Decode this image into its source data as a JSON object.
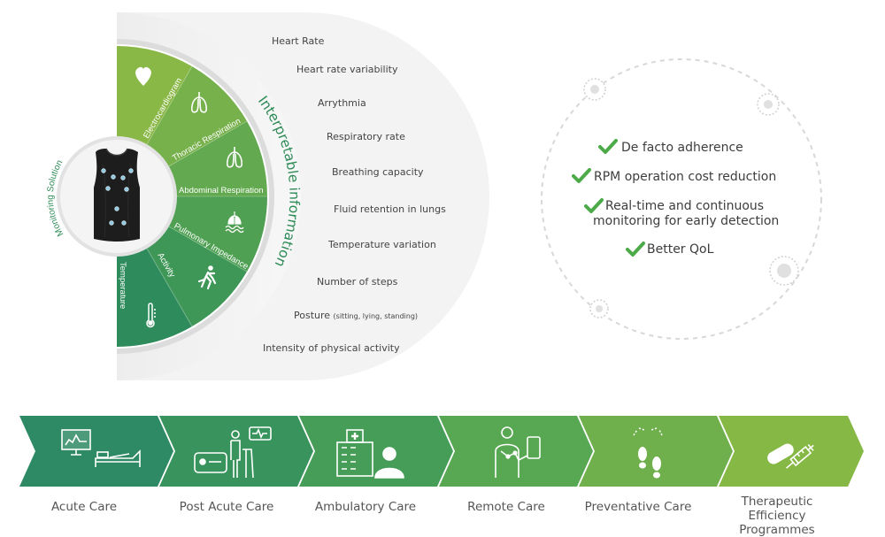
{
  "monitoring_label": "Monitoring Solution",
  "arc_title": "Interpretable information",
  "sensors": [
    {
      "label": "Electrocardiogram",
      "icon": "heart-icon"
    },
    {
      "label": "Thoracic Respiration",
      "icon": "lungs-icon"
    },
    {
      "label": "Abdominal Respiration",
      "icon": "lungs-icon"
    },
    {
      "label": "Pulmonary Impedance",
      "icon": "lungs-water-icon"
    },
    {
      "label": "Activity",
      "icon": "running-person-icon"
    },
    {
      "label": "Temperature",
      "icon": "thermometer-icon"
    }
  ],
  "info_items": [
    {
      "text": "Heart Rate",
      "small": ""
    },
    {
      "text": "Heart rate variability",
      "small": ""
    },
    {
      "text": "Arrythmia",
      "small": ""
    },
    {
      "text": "Respiratory rate",
      "small": ""
    },
    {
      "text": "Breathing capacity",
      "small": ""
    },
    {
      "text": "Fluid retention in lungs",
      "small": ""
    },
    {
      "text": "Temperature variation",
      "small": ""
    },
    {
      "text": "Number of steps",
      "small": ""
    },
    {
      "text": "Posture",
      "small": "(sitting, lying, standing)"
    },
    {
      "text": "Intensity of physical activity",
      "small": ""
    }
  ],
  "benefits": [
    {
      "lines": [
        "De facto adherence"
      ]
    },
    {
      "lines": [
        "RPM operation cost reduction"
      ]
    },
    {
      "lines": [
        "Real-time and continuous",
        "monitoring for early detection"
      ]
    },
    {
      "lines": [
        "Better QoL"
      ]
    }
  ],
  "care_stages": [
    {
      "label": "Acute Care",
      "icon": "monitor-hospital-bed-icon"
    },
    {
      "label": "Post Acute Care",
      "icon": "patient-walker-icon"
    },
    {
      "label": "Ambulatory Care",
      "icon": "clinic-doctor-icon"
    },
    {
      "label": "Remote Care",
      "icon": "person-phone-icon"
    },
    {
      "label": "Preventative Care",
      "icon": "footsteps-icon"
    },
    {
      "label": "Therapeutic Efficiency Programmes",
      "icon": "pill-syringe-icon"
    }
  ],
  "colors": {
    "dark_green": "#2e8b57",
    "mid_green": "#3f9e58",
    "light_green": "#8ab846",
    "check_green": "#4caa48",
    "text_gray": "#555555"
  }
}
